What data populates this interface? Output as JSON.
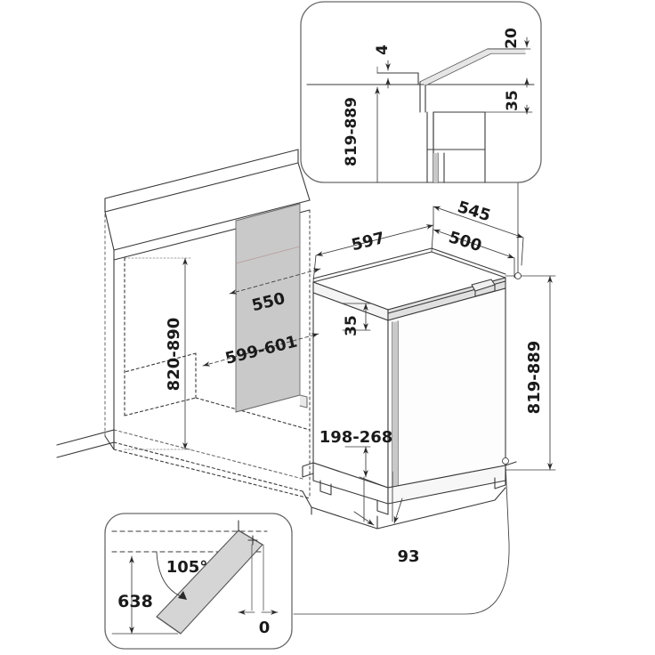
{
  "drawing": {
    "title": "Built-in under-counter appliance installation diagram",
    "type": "technical-line-drawing",
    "units": "mm",
    "background_color": "#ffffff",
    "line_color": "#3a3a3a",
    "text_color": "#1a1a1a",
    "panel_fill_color": "#c9c9c9",
    "door_fill_color": "#d5d5d5"
  },
  "main_view": {
    "name": "isometric-installation-view",
    "dimensions": {
      "niche_height": "820-890",
      "niche_width": "599-601",
      "niche_depth": "550",
      "appliance_total_depth": "597",
      "appliance_top_depth": "545",
      "appliance_body_depth": "500",
      "top_panel_thickness": "35",
      "appliance_height": "819-889",
      "plinth_range": "198-268",
      "front_clearance": "93"
    },
    "labels": [
      {
        "id": "niche-height",
        "text": "820-890",
        "orientation": "vertical"
      },
      {
        "id": "niche-width",
        "text": "599-601",
        "orientation": "isometric"
      },
      {
        "id": "niche-depth",
        "text": "550",
        "orientation": "isometric"
      },
      {
        "id": "appliance-depth-597",
        "text": "597",
        "orientation": "isometric"
      },
      {
        "id": "appliance-depth-545",
        "text": "545",
        "orientation": "isometric"
      },
      {
        "id": "appliance-depth-500",
        "text": "500",
        "orientation": "isometric"
      },
      {
        "id": "top-thickness-35",
        "text": "35",
        "orientation": "vertical"
      },
      {
        "id": "appliance-height",
        "text": "819-889",
        "orientation": "vertical"
      },
      {
        "id": "plinth-height",
        "text": "198-268",
        "orientation": "horizontal"
      },
      {
        "id": "front-clearance",
        "text": "93",
        "orientation": "horizontal"
      }
    ]
  },
  "detail_top": {
    "name": "worktop-cross-section-detail",
    "position": "top-right",
    "dimensions": {
      "install_height": "819-889",
      "gap": "4",
      "overhang": "20",
      "top_panel": "35"
    },
    "labels": [
      {
        "id": "detail-top-height",
        "text": "819-889",
        "orientation": "vertical"
      },
      {
        "id": "detail-top-gap",
        "text": "4",
        "orientation": "vertical"
      },
      {
        "id": "detail-top-overhang",
        "text": "20",
        "orientation": "vertical"
      },
      {
        "id": "detail-top-panel",
        "text": "35",
        "orientation": "vertical"
      }
    ]
  },
  "detail_bottom": {
    "name": "door-swing-detail",
    "position": "bottom-left",
    "dimensions": {
      "door_open_angle": "105°",
      "door_swing_depth": "638",
      "hinge_offset": "0"
    },
    "labels": [
      {
        "id": "door-angle",
        "text": "105°",
        "orientation": "horizontal"
      },
      {
        "id": "door-depth",
        "text": "638",
        "orientation": "horizontal"
      },
      {
        "id": "hinge-offset",
        "text": "0",
        "orientation": "horizontal"
      }
    ]
  }
}
